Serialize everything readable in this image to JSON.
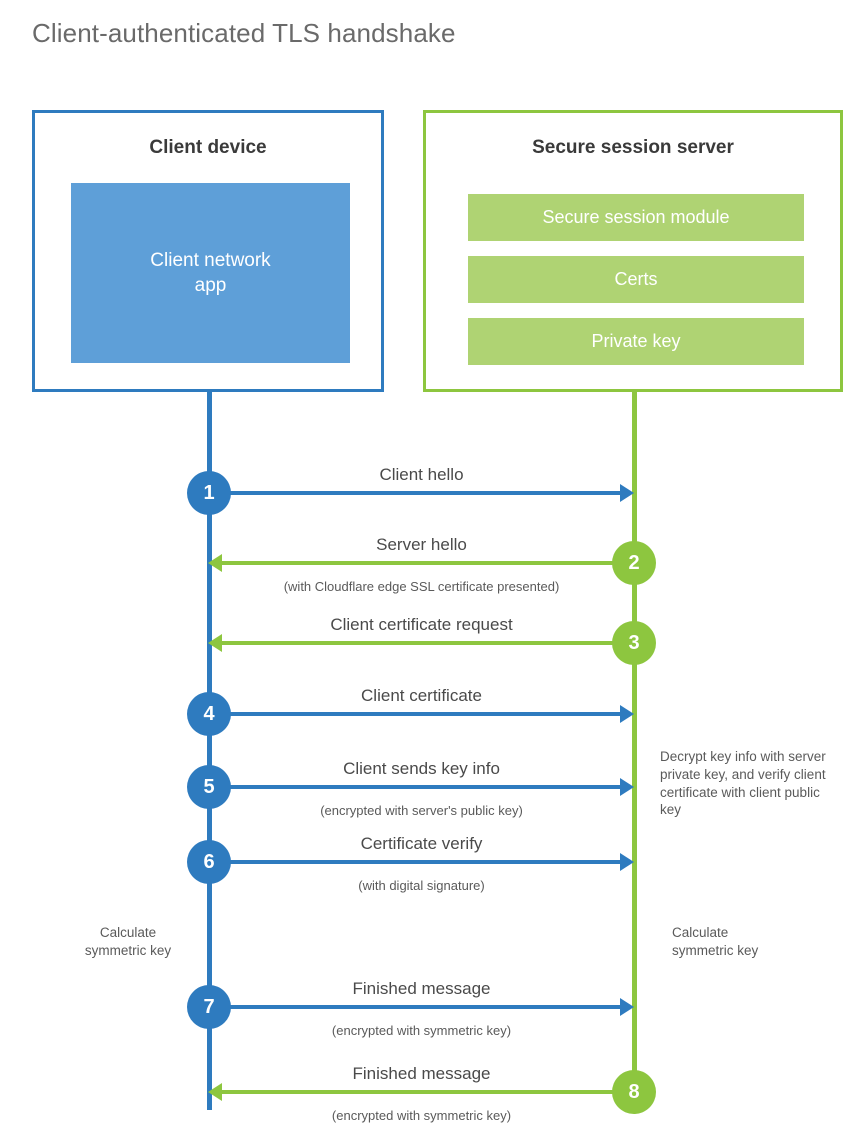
{
  "diagram": {
    "title": "Client-authenticated TLS handshake",
    "colors": {
      "client_blue": "#2E7BBF",
      "client_app_fill": "#5E9FD8",
      "server_green": "#8DC63F",
      "server_bar_fill": "#AFD373",
      "text": "#4a4a4a"
    },
    "parties": {
      "client": {
        "title": "Client device",
        "app_label": "Client network\napp"
      },
      "server": {
        "title": "Secure session server",
        "components": [
          "Secure session module",
          "Certs",
          "Private key"
        ]
      }
    },
    "steps": [
      {
        "number": "1",
        "label": "Client hello",
        "sub": "",
        "direction": "client-to-server",
        "side": "client",
        "color": "blue"
      },
      {
        "number": "2",
        "label": "Server hello",
        "sub": "(with Cloudflare edge SSL certificate presented)",
        "direction": "server-to-client",
        "side": "server",
        "color": "green"
      },
      {
        "number": "3",
        "label": "Client certificate request",
        "sub": "",
        "direction": "server-to-client",
        "side": "server",
        "color": "green"
      },
      {
        "number": "4",
        "label": "Client certificate",
        "sub": "",
        "direction": "client-to-server",
        "side": "client",
        "color": "blue"
      },
      {
        "number": "5",
        "label": "Client sends key info",
        "sub": "(encrypted with server's public key)",
        "direction": "client-to-server",
        "side": "client",
        "color": "blue"
      },
      {
        "number": "6",
        "label": "Certificate verify",
        "sub": "(with digital signature)",
        "direction": "client-to-server",
        "side": "client",
        "color": "blue"
      },
      {
        "number": "7",
        "label": "Finished message",
        "sub": "(encrypted with symmetric key)",
        "direction": "client-to-server",
        "side": "client",
        "color": "blue"
      },
      {
        "number": "8",
        "label": "Finished message",
        "sub": "(encrypted with symmetric key)",
        "direction": "server-to-client",
        "side": "server",
        "color": "green"
      }
    ],
    "notes": {
      "server_decrypt": "Decrypt key info with server private key, and verify client certificate with client public key",
      "client_calculate": "Calculate\nsymmetric key",
      "server_calculate": "Calculate\nsymmetric key"
    }
  }
}
